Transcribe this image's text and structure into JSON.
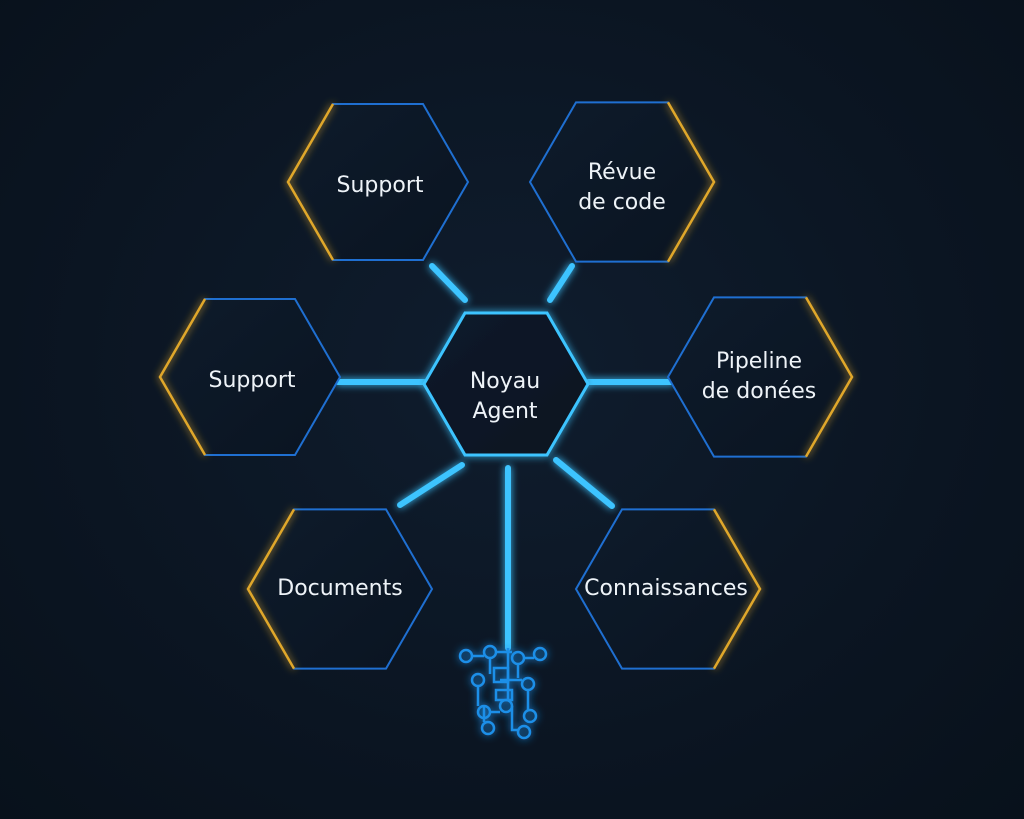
{
  "diagram": {
    "center": {
      "line1": "Noyau",
      "line2": "Agent"
    },
    "nodes": [
      {
        "line1": "Support",
        "line2": ""
      },
      {
        "line1": "Révue",
        "line2": "de code"
      },
      {
        "line1": "Support",
        "line2": ""
      },
      {
        "line1": "Pipeline",
        "line2": "de donées"
      },
      {
        "line1": "Documents",
        "line2": ""
      },
      {
        "line1": "Connaissances",
        "line2": ""
      }
    ],
    "colors": {
      "background": "#0c1725",
      "hex_border_blue": "#1f6fd1",
      "hex_accent_gold": "#e0a72a",
      "connector_glow": "#3cc4ff",
      "text": "#eef3f8"
    },
    "icons": {
      "bottom_icon": "circuit-icon"
    }
  }
}
